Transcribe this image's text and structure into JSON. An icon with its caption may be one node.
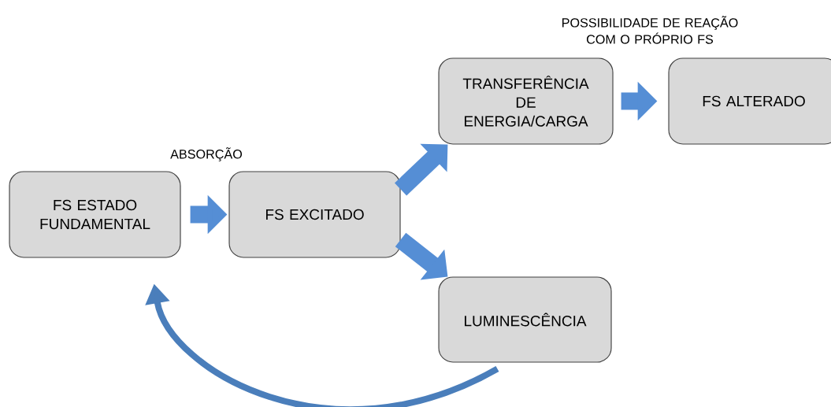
{
  "diagram": {
    "nodes": [
      {
        "text": [
          "FS ESTADO FUNDAMENTAL"
        ]
      },
      {
        "text": [
          "FS EXCITADO"
        ]
      },
      {
        "text": [
          "TRANSFERÊNCIA DE ENERGIA/CARGA"
        ]
      },
      {
        "text": [
          "FS ALTERADO"
        ]
      },
      {
        "text": [
          "LUMINESCÊNCIA"
        ]
      }
    ],
    "edges": [
      {
        "from": 0,
        "to": 1,
        "arrow": "to",
        "label": "ABSORÇÃO"
      },
      {
        "from": 1,
        "to": 2,
        "arrow": "to"
      },
      {
        "from": 1,
        "to": 4,
        "arrow": "to"
      },
      {
        "from": 2,
        "to": 3,
        "arrow": "to",
        "label": "POSSIBILIDADE DE REAÇÃO COM O PRÓPRIO FS"
      },
      {
        "from": 4,
        "to": 0,
        "arrow": "to",
        "color": "#4a7ebb"
      }
    ]
  }
}
